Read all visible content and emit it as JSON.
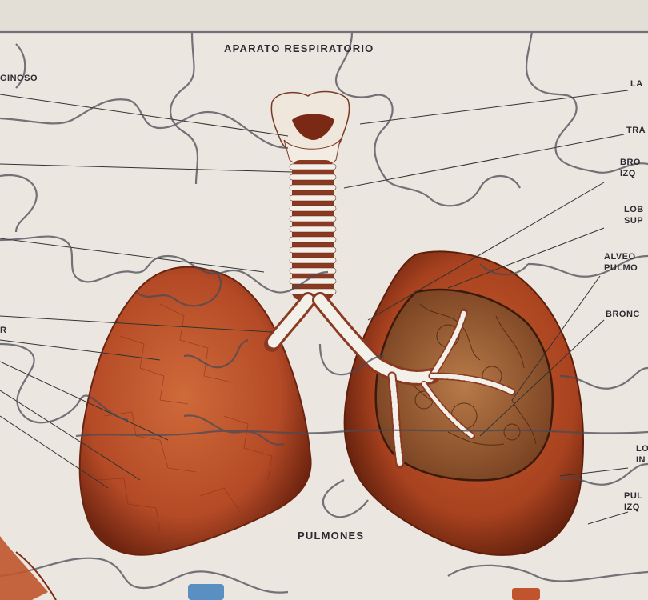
{
  "top_title": "APARATO RESPIRATORIO",
  "bottom_title": "PULMONES",
  "labels": {
    "left_ginoso": "GINOSO",
    "left_r": "R",
    "right_la": "LA",
    "right_tra": "TRA",
    "right_bro_line1": "BRO",
    "right_bro_line2": "IZQ",
    "right_lob_line1": "LOB",
    "right_lob_line2": "SUP",
    "right_alveo_line1": "ALVEO",
    "right_alveo_line2": "PULMO",
    "right_bronc": "BRONC",
    "right_lo_line1": "LO",
    "right_lo_line2": "IN",
    "right_pul_line1": "PUL",
    "right_pul_line2": "IZQ"
  },
  "colors": {
    "board": "#ebe6df",
    "lung": "#c0552d",
    "lung_dark": "#7a2a14",
    "trachea_ring": "#f3efe9",
    "trachea_gap": "#8a3a22",
    "puzzle_line": "#4a4a55",
    "leader_line": "#333333"
  }
}
